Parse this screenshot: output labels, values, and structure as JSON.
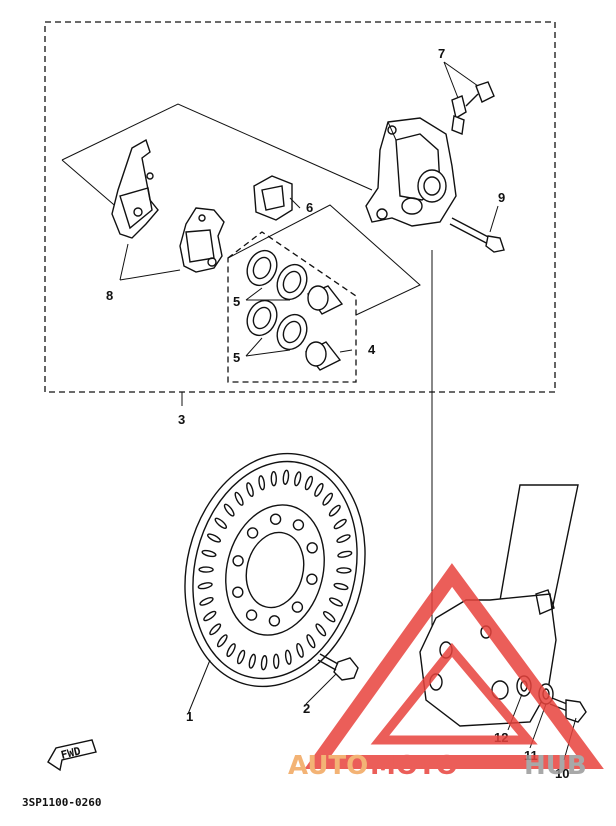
{
  "diagram": {
    "part_labels": [
      "1",
      "2",
      "3",
      "4",
      "5",
      "5",
      "6",
      "7",
      "8",
      "9",
      "10",
      "11",
      "12"
    ],
    "fwd_label": "FWD",
    "drawing_code": "3SP1100-0260"
  },
  "watermark": {
    "text_part1": "AUTO",
    "text_part2": "MOTO",
    "text_part3": "HUB",
    "color_red": "#e8433d",
    "color_orange": "#f2a65e",
    "color_gray": "#9a9a9a"
  }
}
